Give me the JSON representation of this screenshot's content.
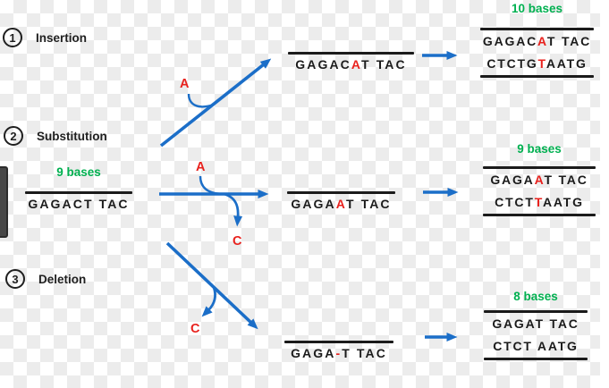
{
  "colors": {
    "blue": "#1B6EC8",
    "red": "#E8211D",
    "green": "#00B050",
    "ink": "#1B1B1B"
  },
  "steps": [
    {
      "number": "1",
      "label": "Insertion"
    },
    {
      "number": "2",
      "label": "Substitution"
    },
    {
      "number": "3",
      "label": "Deletion"
    }
  ],
  "source": {
    "count": "9 bases",
    "strand": [
      {
        "text": "GAGACT TAC",
        "red": false
      }
    ]
  },
  "insertion": {
    "floating_base": "A",
    "intermediate": [
      {
        "text": "GAGAC",
        "red": false
      },
      {
        "text": "A",
        "red": true
      },
      {
        "text": "T TAC",
        "red": false
      }
    ],
    "result": {
      "count": "10 bases",
      "top": [
        {
          "text": "GAGAC",
          "red": false
        },
        {
          "text": "A",
          "red": true
        },
        {
          "text": "T TAC",
          "red": false
        }
      ],
      "bottom": [
        {
          "text": "CTCTG",
          "red": false
        },
        {
          "text": "T",
          "red": true
        },
        {
          "text": "AATG",
          "red": false
        }
      ]
    }
  },
  "substitution": {
    "incoming_base": "A",
    "outgoing_base": "C",
    "intermediate": [
      {
        "text": "GAGA",
        "red": false
      },
      {
        "text": "A",
        "red": true
      },
      {
        "text": "T TAC",
        "red": false
      }
    ],
    "result": {
      "count": "9 bases",
      "top": [
        {
          "text": "GAGA",
          "red": false
        },
        {
          "text": "A",
          "red": true
        },
        {
          "text": "T TAC",
          "red": false
        }
      ],
      "bottom": [
        {
          "text": "CTCT",
          "red": false
        },
        {
          "text": "T",
          "red": true
        },
        {
          "text": "AATG",
          "red": false
        }
      ]
    }
  },
  "deletion": {
    "removed_base": "C",
    "intermediate": [
      {
        "text": "GAGA",
        "red": false
      },
      {
        "text": "-",
        "red": true
      },
      {
        "text": "T TAC",
        "red": false
      }
    ],
    "result": {
      "count": "8 bases",
      "top": [
        {
          "text": "GAGAT TAC",
          "red": false
        }
      ],
      "bottom": [
        {
          "text": "CTCT AATG",
          "red": false
        }
      ]
    }
  }
}
